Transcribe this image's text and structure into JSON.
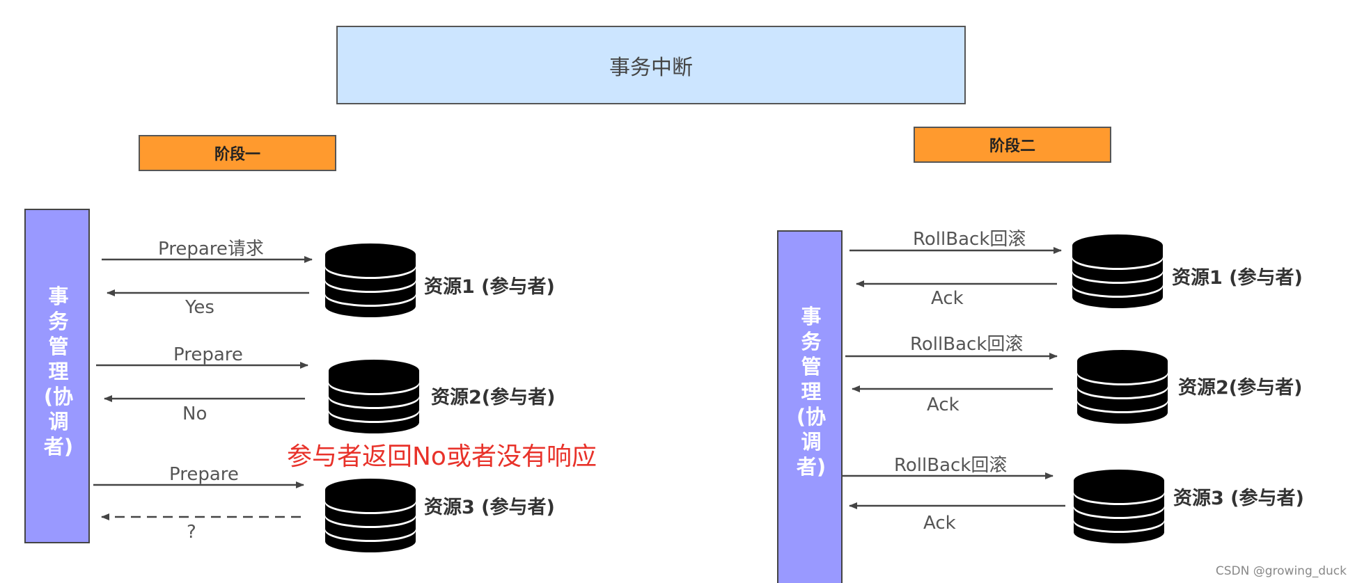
{
  "title": "事务中断",
  "phase1": {
    "stage_label": "阶段一",
    "coordinator_chars": [
      "事",
      "务",
      "管",
      "理",
      "(协",
      "调",
      "者)"
    ],
    "rows": [
      {
        "request": "Prepare请求",
        "response": "Yes",
        "resource": "资源1 (参与者)"
      },
      {
        "request": "Prepare",
        "response": "No",
        "resource": "资源2(参与者)"
      },
      {
        "request": "Prepare",
        "response": "?",
        "resource": "资源3 (参与者)"
      }
    ],
    "note": "参与者返回No或者没有响应"
  },
  "phase2": {
    "stage_label": "阶段二",
    "coordinator_chars": [
      "事",
      "务",
      "管",
      "理",
      "(协",
      "调",
      "者)"
    ],
    "rows": [
      {
        "request": "RollBack回滚",
        "response": "Ack",
        "resource": "资源1 (参与者)"
      },
      {
        "request": "RollBack回滚",
        "response": "Ack",
        "resource": "资源2(参与者)"
      },
      {
        "request": "RollBack回滚",
        "response": "Ack",
        "resource": "资源3 (参与者)"
      }
    ]
  },
  "watermark": "CSDN @growing_duck",
  "colors": {
    "title_fill": "#cce5ff",
    "stage_fill": "#ff9a2e",
    "coordinator_fill": "#9999ff",
    "note": "#e8322a"
  }
}
